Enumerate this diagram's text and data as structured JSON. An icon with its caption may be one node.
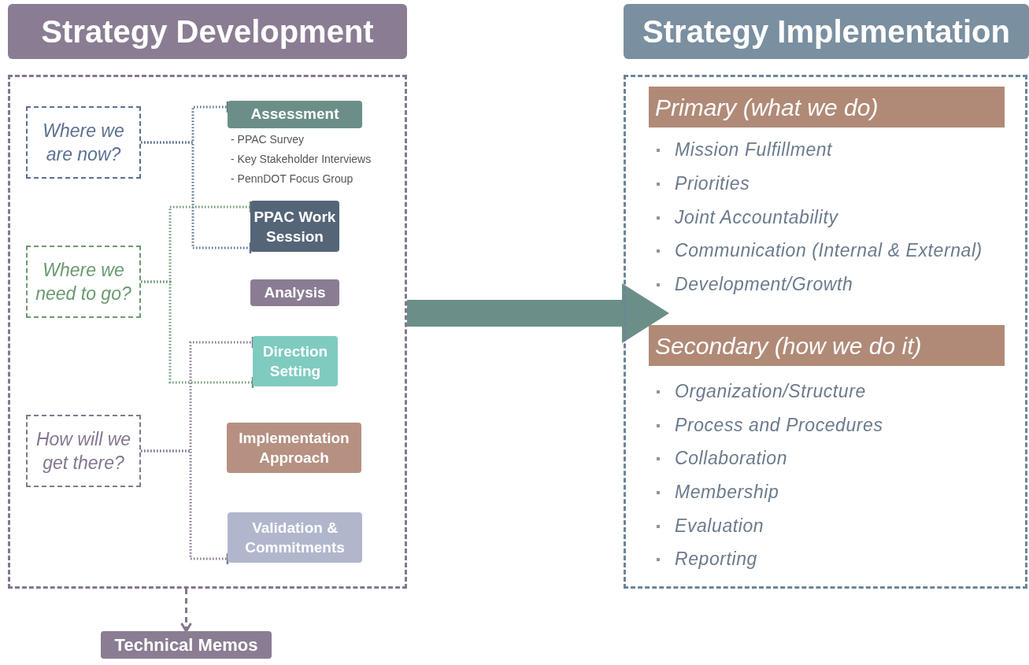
{
  "diagram": {
    "nodes": [
      {
        "text": [
          "Strategy Development"
        ]
      },
      {
        "text": [],
        "shape": "box"
      },
      {
        "text": [
          "Where we are now?"
        ],
        "in": 1
      },
      {
        "text": [
          "Assessment"
        ],
        "in": 1,
        "beside": [
          "- PPAC Survey",
          "- Key Stakeholder Interviews",
          "- PennDOT Focus Group"
        ]
      },
      {
        "text": [
          "Where we need to go?"
        ],
        "in": 1
      },
      {
        "text": [
          "PPAC Work Session"
        ],
        "in": 1
      },
      {
        "text": [
          "Analysis"
        ],
        "in": 1
      },
      {
        "text": [
          "Direction Setting"
        ],
        "in": 1
      },
      {
        "text": [
          "How will we get there?"
        ],
        "in": 1
      },
      {
        "text": [
          "Implementation Approach"
        ],
        "in": 1
      },
      {
        "text": [
          "Validation & Commitments"
        ],
        "in": 1
      },
      {
        "text": [
          "Technical Memos"
        ]
      },
      {
        "text": [
          "Strategy Implementation"
        ]
      },
      {
        "text": [],
        "shape": "box"
      },
      {
        "text": [
          "Primary (what we do)"
        ],
        "in": 13
      },
      {
        "text": [
          "Secondary (how we do it)"
        ],
        "in": 13
      }
    ],
    "edges": [
      {
        "from": 2,
        "to": 3,
        "arrow": "other",
        "style": "dashed",
        "color": "#5b7091"
      },
      {
        "from": 2,
        "to": 5,
        "arrow": "other",
        "style": "dashed",
        "color": "#5b7091"
      },
      {
        "from": 4,
        "to": 5,
        "arrow": "other",
        "style": "dashed",
        "color": "#6a9a70"
      },
      {
        "from": 4,
        "to": 7,
        "arrow": "other",
        "style": "dashed",
        "color": "#6a9a70"
      },
      {
        "from": 8,
        "to": 7,
        "arrow": "other",
        "style": "dashed",
        "color": "#857690"
      },
      {
        "from": 8,
        "to": 10,
        "arrow": "other",
        "style": "dashed",
        "color": "#857690"
      },
      {
        "from": 1,
        "to": 13,
        "arrow": "to",
        "style": "thick",
        "color": "#6b8f88"
      },
      {
        "from": 1,
        "to": 11,
        "arrow": "to",
        "style": "dashed",
        "color": "#857690"
      }
    ],
    "labels": [
      "Mission Fulfillment",
      "Priorities",
      "Joint Accountability",
      "Communication (Internal & External)",
      "Development/Growth",
      "Organization/Structure",
      "Process and Procedures",
      "Collaboration",
      "Membership",
      "Evaluation",
      "Reporting"
    ]
  }
}
